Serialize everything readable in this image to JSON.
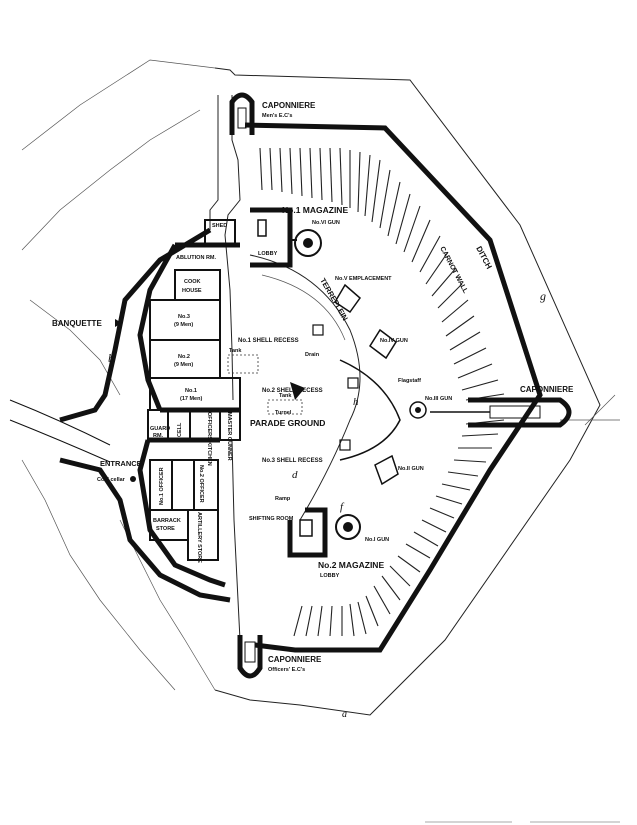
{
  "plan": {
    "caponniere_label": "CAPONNIERE",
    "mens_ecs": "Men's E.C's",
    "officers_ecs": "Officers' E.C's",
    "ditch": "DITCH",
    "carnot_wall": "CARNOT WALL",
    "banquette": "BANQUETTE",
    "entrance": "ENTRANCE",
    "coal_cellar": "Coal cellar",
    "terreplein": "TERREPLEIN",
    "parade_ground": "PARADE GROUND",
    "magazine_1": "No.1 MAGAZINE",
    "magazine_2": "No.2 MAGAZINE",
    "lobby": "LOBBY",
    "shifting_room": "SHIFTING ROOM",
    "ramp": "Ramp",
    "flagstaff": "Flagstaff",
    "tank": "Tank",
    "turnel": "Turnel",
    "drain": "Drain",
    "shell_recess_1": "No.1 SHELL RECESS",
    "shell_recess_2": "No.2 SHELL RECESS",
    "shell_recess_3": "No.3 SHELL RECESS",
    "gun_vi": "No.VI GUN",
    "emplacement_v": "No.V EMPLACEMENT",
    "gun_iv": "No.IV GUN",
    "gun_iii": "No.III GUN",
    "gun_ii": "No.II GUN",
    "gun_i": "No.I GUN",
    "shed": "SHED",
    "ablution": "ABLUTION RM.",
    "cook_house": [
      "COOK",
      "HOUSE"
    ],
    "room_3": [
      "No.3",
      "(9 Men)"
    ],
    "room_2": [
      "No.2",
      "(9 Men)"
    ],
    "room_1": [
      "No.1",
      "(17 Men)"
    ],
    "guard_rm": [
      "GUARD",
      "RM."
    ],
    "cell": "CELL",
    "officers_kitchen": "OFFICERS KITCHEN",
    "master_gunner": "MASTER GUNNER",
    "no1_officer": "No.1 OFFICER",
    "no2_officer": "No.2 OFFICER",
    "barrack_store": [
      "BARRACK",
      "STORE"
    ],
    "artillery_store": "ARTILLERY STORE",
    "markers": {
      "b": "b",
      "g": "g",
      "h": "h",
      "d": "d",
      "f": "f",
      "a": "a"
    }
  }
}
